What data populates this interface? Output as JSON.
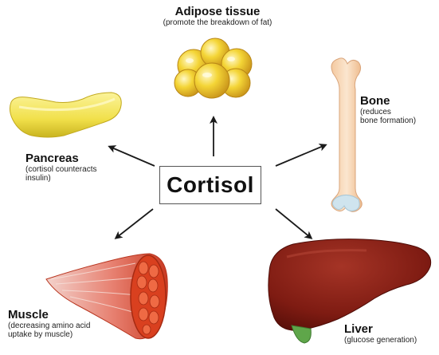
{
  "center": {
    "label": "Cortisol"
  },
  "adipose": {
    "title": "Adipose tissue",
    "desc": "(promote the breakdown of fat)"
  },
  "bone": {
    "title": "Bone",
    "desc": [
      "(reduces",
      "bone formation)"
    ]
  },
  "pancreas": {
    "title": "Pancreas",
    "desc": [
      "(cortisol counteracts",
      "insulin)"
    ]
  },
  "muscle": {
    "title": "Muscle",
    "desc": [
      "(decreasing amino acid",
      "uptake by muscle)"
    ]
  },
  "liver": {
    "title": "Liver",
    "desc": "(glucose generation)"
  },
  "colors": {
    "arrow": "#1a1a1a",
    "fat": "#f2cf2e",
    "bone": "#f6d2ae",
    "pancreas": "#f1e45a",
    "muscle": "#d8442b",
    "liver": "#8a1f14"
  }
}
